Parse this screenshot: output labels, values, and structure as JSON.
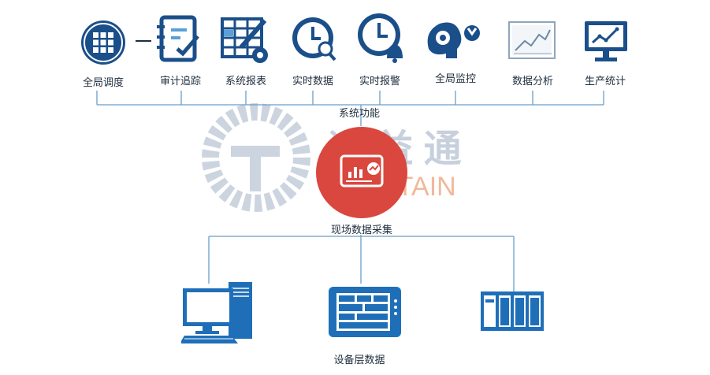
{
  "functions": [
    {
      "label": "全局调度",
      "icon": "grid-icon"
    },
    {
      "label": "审计追踪",
      "icon": "notebook-check-icon"
    },
    {
      "label": "系统报表",
      "icon": "report-gear-icon"
    },
    {
      "label": "实时数据",
      "icon": "clock-search-icon"
    },
    {
      "label": "实时报警",
      "icon": "clock-bell-icon"
    },
    {
      "label": "全局监控",
      "icon": "monitor-head-icon"
    },
    {
      "label": "数据分析",
      "icon": "line-chart-icon"
    },
    {
      "label": "生产统计",
      "icon": "monitor-chart-icon"
    }
  ],
  "group_label": "系统功能",
  "center_label": "现场数据采集",
  "bottom_label": "设备层数据",
  "watermark": {
    "text_cn": "诚 益 通",
    "text_en": "CTEFTAIN"
  },
  "devices": [
    {
      "icon": "desktop-computer-icon"
    },
    {
      "icon": "tablet-panel-icon"
    },
    {
      "icon": "plc-module-icon"
    }
  ],
  "colors": {
    "icon_dark": "#1b4f8a",
    "icon_light": "#5aa0d8",
    "device_blue": "#1f6fb8",
    "line": "#6a9ec8",
    "center_red": "#d9473e",
    "watermark_gray": "#c7d0dc",
    "watermark_orange": "#f0b99a"
  }
}
